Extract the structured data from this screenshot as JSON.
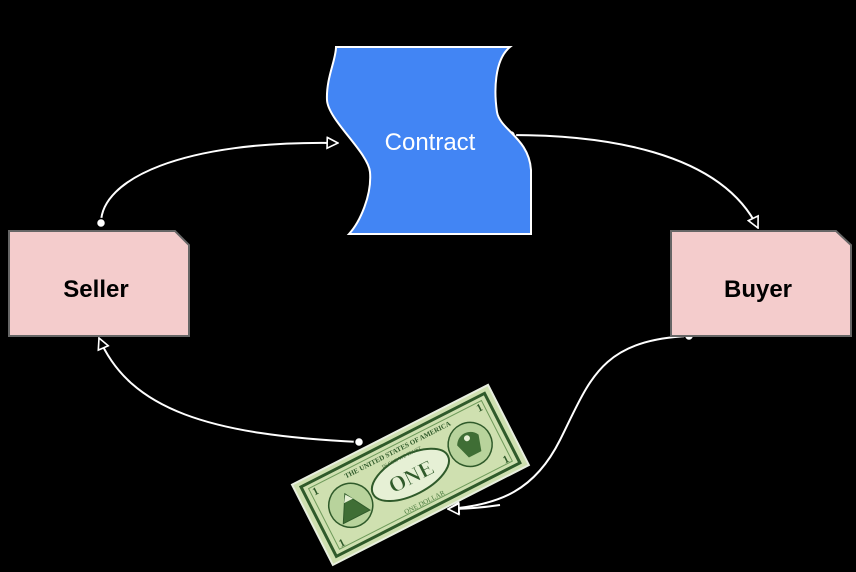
{
  "nodes": {
    "seller": {
      "label": "Seller",
      "fill": "#f4cccc",
      "stroke": "#666666"
    },
    "buyer": {
      "label": "Buyer",
      "fill": "#f4cccc",
      "stroke": "#666666"
    },
    "contract": {
      "label": "Contract",
      "fill": "#4285f4",
      "stroke": "#ffffff"
    }
  },
  "edges": [
    {
      "from": "seller",
      "to": "contract"
    },
    {
      "from": "contract",
      "to": "buyer"
    },
    {
      "from": "buyer",
      "to": "dollar-bill"
    },
    {
      "from": "dollar-bill",
      "to": "seller"
    }
  ],
  "dollar_bill": {
    "denomination": "ONE",
    "banner_text": "THE UNITED STATES OF AMERICA",
    "motto": "IN GOD WE TRUST",
    "bottom_text": "ONE DOLLAR",
    "numeral": "1",
    "colors": {
      "paper": "#cfe0b0",
      "ink": "#2f5a2a",
      "light": "#a9c98a"
    }
  },
  "colors": {
    "background": "#000000",
    "connector": "#ffffff"
  }
}
